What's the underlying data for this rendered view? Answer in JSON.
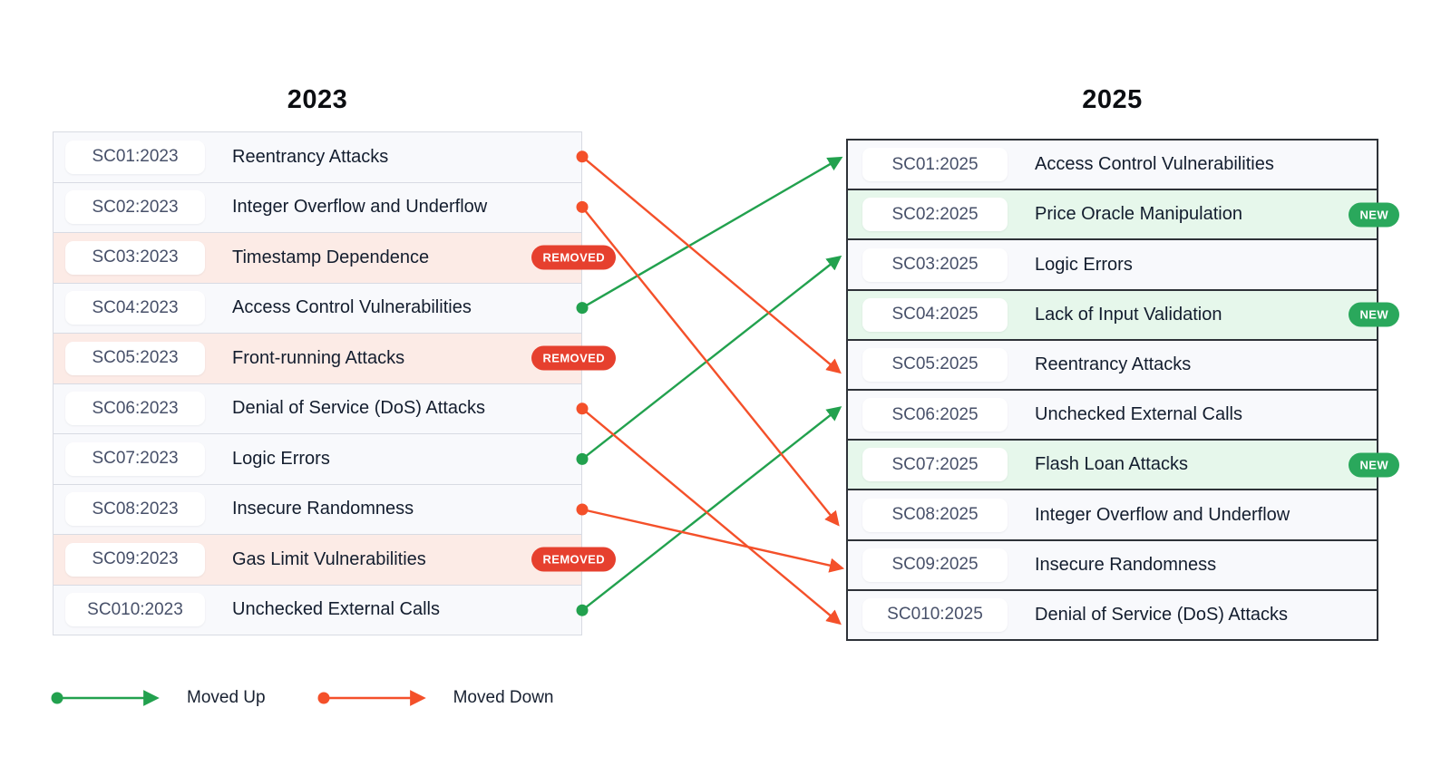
{
  "left_table": {
    "year": "2023",
    "rows": [
      {
        "id": "SC01:2023",
        "name": "Reentrancy Attacks",
        "status": ""
      },
      {
        "id": "SC02:2023",
        "name": "Integer Overflow and Underflow",
        "status": ""
      },
      {
        "id": "SC03:2023",
        "name": "Timestamp Dependence",
        "status": "REMOVED"
      },
      {
        "id": "SC04:2023",
        "name": "Access Control Vulnerabilities",
        "status": ""
      },
      {
        "id": "SC05:2023",
        "name": "Front-running Attacks",
        "status": "REMOVED"
      },
      {
        "id": "SC06:2023",
        "name": "Denial of Service (DoS) Attacks",
        "status": ""
      },
      {
        "id": "SC07:2023",
        "name": "Logic Errors",
        "status": ""
      },
      {
        "id": "SC08:2023",
        "name": "Insecure Randomness",
        "status": ""
      },
      {
        "id": "SC09:2023",
        "name": "Gas Limit Vulnerabilities",
        "status": "REMOVED"
      },
      {
        "id": "SC010:2023",
        "name": "Unchecked External Calls",
        "status": ""
      }
    ]
  },
  "right_table": {
    "year": "2025",
    "rows": [
      {
        "id": "SC01:2025",
        "name": "Access Control Vulnerabilities",
        "status": ""
      },
      {
        "id": "SC02:2025",
        "name": "Price Oracle Manipulation",
        "status": "NEW"
      },
      {
        "id": "SC03:2025",
        "name": "Logic Errors",
        "status": ""
      },
      {
        "id": "SC04:2025",
        "name": "Lack of Input Validation",
        "status": "NEW"
      },
      {
        "id": "SC05:2025",
        "name": "Reentrancy Attacks",
        "status": ""
      },
      {
        "id": "SC06:2025",
        "name": "Unchecked External Calls",
        "status": ""
      },
      {
        "id": "SC07:2025",
        "name": "Flash Loan Attacks",
        "status": "NEW"
      },
      {
        "id": "SC08:2025",
        "name": "Integer Overflow and Underflow",
        "status": ""
      },
      {
        "id": "SC09:2025",
        "name": "Insecure Randomness",
        "status": ""
      },
      {
        "id": "SC010:2025",
        "name": "Denial of Service (DoS) Attacks",
        "status": ""
      }
    ]
  },
  "connections": [
    {
      "from_row": 4,
      "to_row": 1,
      "direction": "up"
    },
    {
      "from_row": 7,
      "to_row": 3,
      "direction": "up"
    },
    {
      "from_row": 10,
      "to_row": 6,
      "direction": "up"
    },
    {
      "from_row": 1,
      "to_row": 5,
      "direction": "down"
    },
    {
      "from_row": 2,
      "to_row": 8,
      "direction": "down"
    },
    {
      "from_row": 6,
      "to_row": 10,
      "direction": "down"
    },
    {
      "from_row": 8,
      "to_row": 9,
      "direction": "down"
    }
  ],
  "legend": [
    {
      "label": "Moved Up",
      "direction": "up"
    },
    {
      "label": "Moved Down",
      "direction": "down"
    }
  ],
  "badges": {
    "removed_label": "REMOVED",
    "new_label": "NEW"
  },
  "colors": {
    "moved_up": "#22a14e",
    "moved_down": "#f4502a",
    "removed_badge": "#e6402e",
    "new_badge": "#2aa85c",
    "row_bg": "#f8f9fc",
    "row_removed_bg": "#fcebe6",
    "row_new_bg": "#e6f7eb",
    "left_table_border": "#d8dbe3",
    "right_table_border": "#2e3238"
  }
}
